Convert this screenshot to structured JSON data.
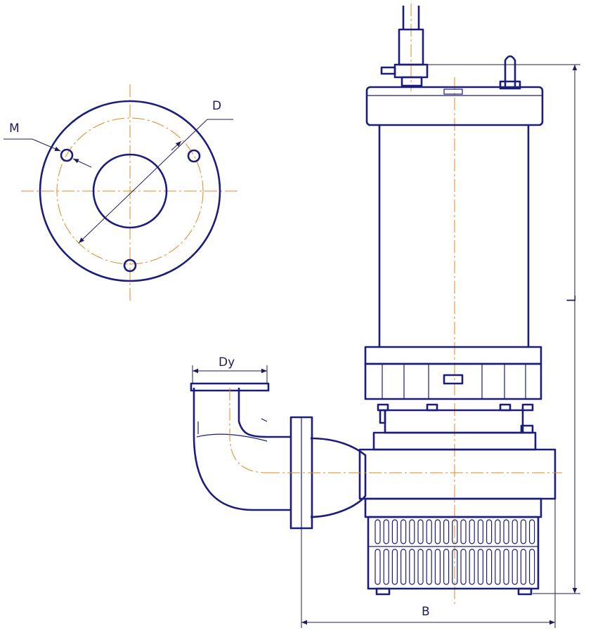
{
  "labels": {
    "m": "M",
    "d": "D",
    "dy": "Dy",
    "l": "L",
    "b": "B"
  },
  "colors": {
    "outline": "#1c1c7a",
    "centerline": "#e08a1e",
    "dimension": "#1c1c5a",
    "background": "#ffffff"
  }
}
